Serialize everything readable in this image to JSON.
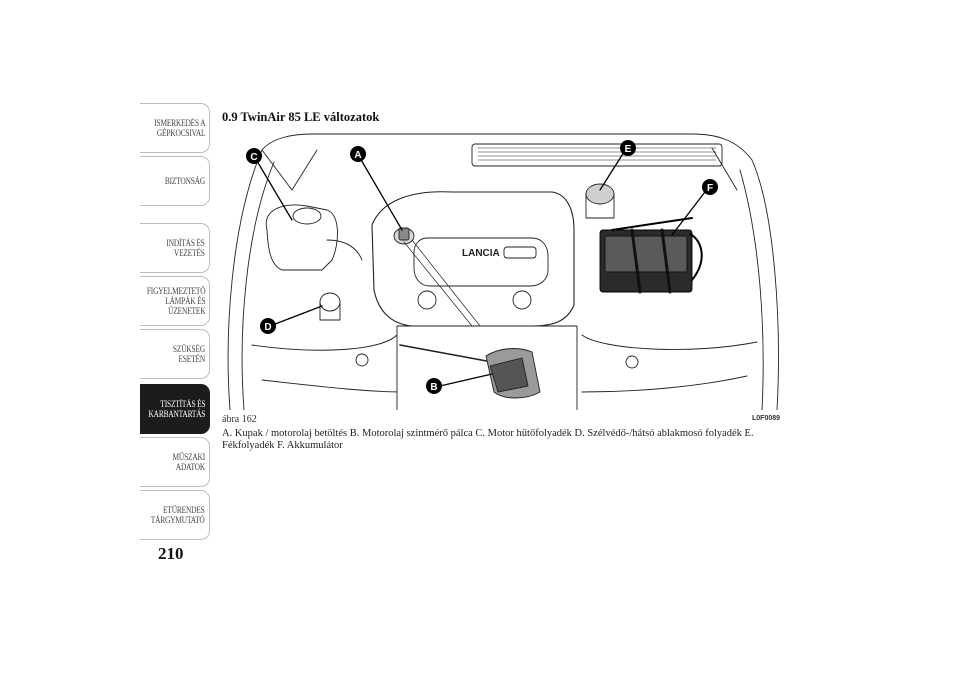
{
  "sidebar": {
    "tabs": [
      {
        "label": "ISMERKEDÉS A\nGÉPKOCSIVAL",
        "active": false
      },
      {
        "label": "BIZTONSÁG",
        "active": false
      },
      {
        "label": "INDÍTÁS ÉS\nVEZETÉS",
        "active": false
      },
      {
        "label": "FIGYELMEZTETŐ\nLÁMPÁK ÉS\nÜZENETEK",
        "active": false
      },
      {
        "label": "SZÜKSÉG ESETÉN",
        "active": false
      },
      {
        "label": "TISZTÍTÁS ÉS\nKARBANTARTÁS",
        "active": true
      },
      {
        "label": "MŰSZAKI ADATOK",
        "active": false
      },
      {
        "label": "ETŰRENDES\nTÁRGYMUTATÓ",
        "active": false
      }
    ]
  },
  "page": {
    "number": "210",
    "section_title": "0.9 TwinAir 85 LE változatok"
  },
  "figure": {
    "label": "ábra 162",
    "code": "L0F0089",
    "callouts": [
      "A",
      "B",
      "C",
      "D",
      "E",
      "F"
    ],
    "engine_brand": "LANCIA",
    "caption": "A. Kupak / motorolaj betöltés B. Motorolaj szintmérő pálca C. Motor hűtőfolyadék D. Szélvédő-/hátsó ablakmosó folyadék E. Fékfolyadék F. Akkumulátor"
  },
  "colors": {
    "active_tab": "#1c1c1c",
    "callout_marker": "#000000"
  }
}
